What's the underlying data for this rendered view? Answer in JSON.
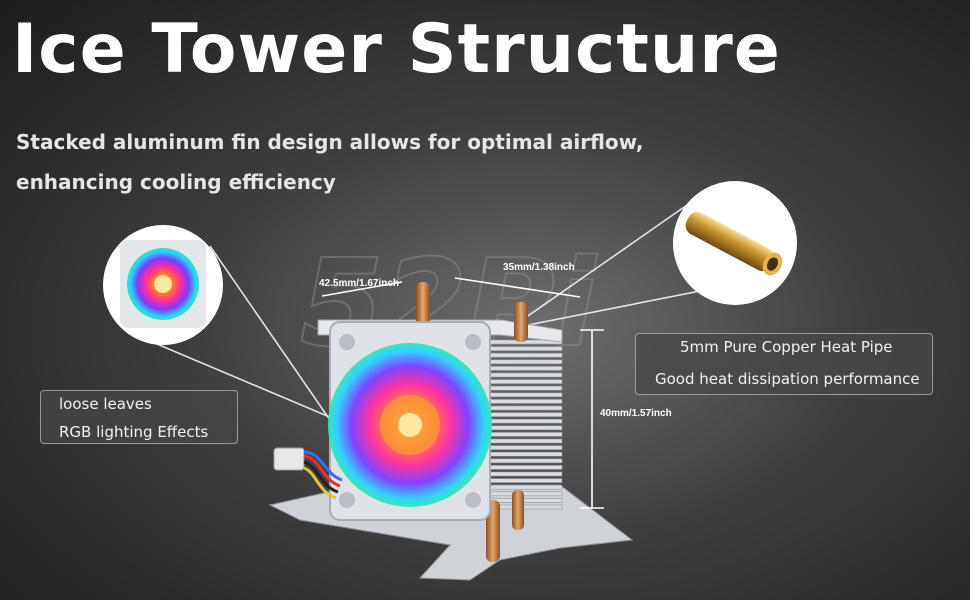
{
  "header": {
    "title": "Ice Tower Structure",
    "subtitle_line1": "Stacked aluminum fin design allows for optimal airflow,",
    "subtitle_line2": "enhancing cooling efficiency"
  },
  "left_callout": {
    "line1": "loose leaves",
    "line2": "RGB lighting Effects"
  },
  "right_callout": {
    "line1": "5mm Pure Copper Heat Pipe",
    "line2": "Good heat dissipation performance"
  },
  "dimensions": {
    "width": "42.5mm/1.67inch",
    "depth": "35mm/1.38inch",
    "height": "40mm/1.57inch"
  },
  "watermark": "52Pi",
  "colors": {
    "copper": "#c98a52",
    "fin": "#d9dde2",
    "callout_border": "#9a9a9a"
  }
}
